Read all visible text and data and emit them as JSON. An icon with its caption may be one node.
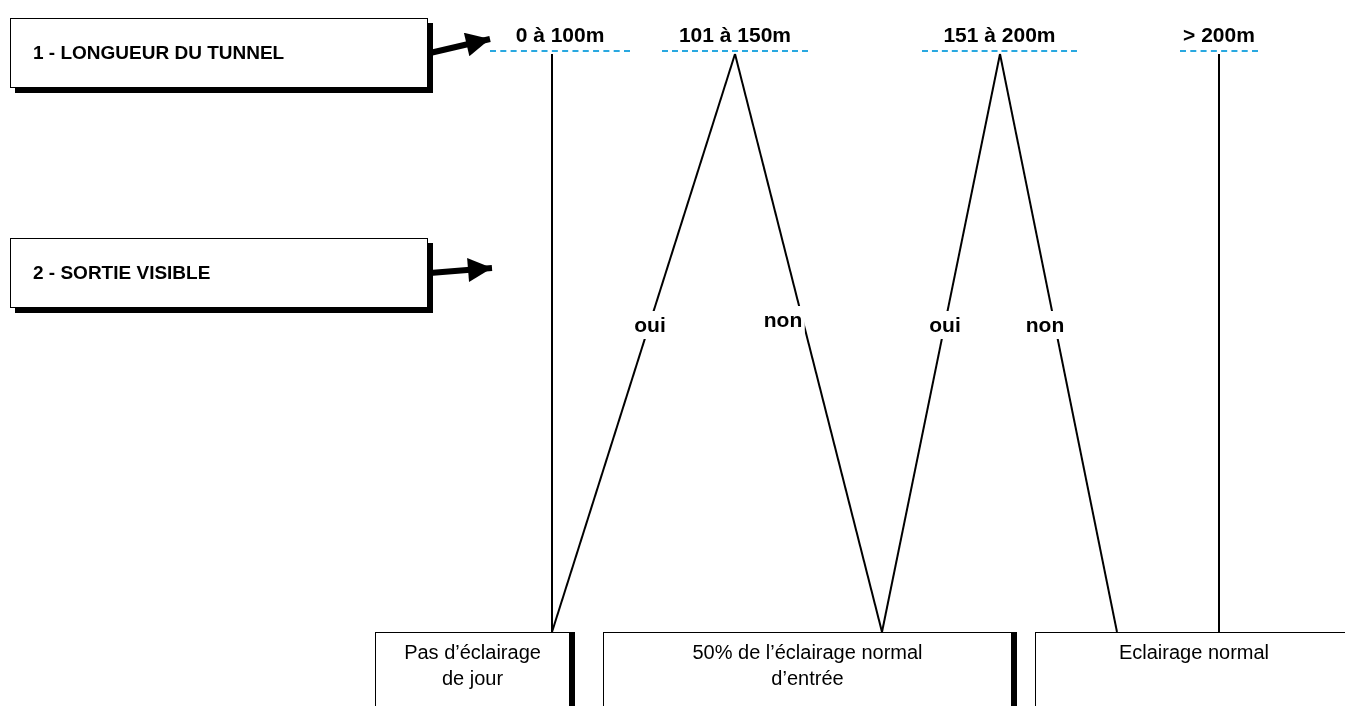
{
  "diagram": {
    "nodes": [
      {
        "text": [
          "1 - LONGUEUR DU TUNNEL"
        ]
      },
      {
        "text": [
          "2 - SORTIE VISIBLE"
        ]
      },
      {
        "text": [
          "0 à 100m"
        ]
      },
      {
        "text": [
          "101 à 150m"
        ]
      },
      {
        "text": [
          "151 à 200m"
        ]
      },
      {
        "text": [
          "> 200m"
        ]
      },
      {
        "text": [
          "Pas d’éclairage de jour"
        ]
      },
      {
        "text": [
          "50% de l’éclairage normal d’entrée"
        ]
      },
      {
        "text": [
          "Eclairage normal"
        ]
      }
    ],
    "edges": [
      {
        "from": 0,
        "to": 2,
        "arrow": "to",
        "style": "thick"
      },
      {
        "from": 1,
        "to": null,
        "arrow": "to",
        "style": "thick"
      },
      {
        "from": 2,
        "to": 6,
        "arrow": "none"
      },
      {
        "from": 3,
        "to": 6,
        "label": "oui",
        "arrow": "none"
      },
      {
        "from": 3,
        "to": 7,
        "label": "non",
        "arrow": "none"
      },
      {
        "from": 4,
        "to": 7,
        "label": "oui",
        "arrow": "none"
      },
      {
        "from": 4,
        "to": 8,
        "label": "non",
        "arrow": "none"
      },
      {
        "from": 5,
        "to": 8,
        "arrow": "none"
      }
    ]
  }
}
